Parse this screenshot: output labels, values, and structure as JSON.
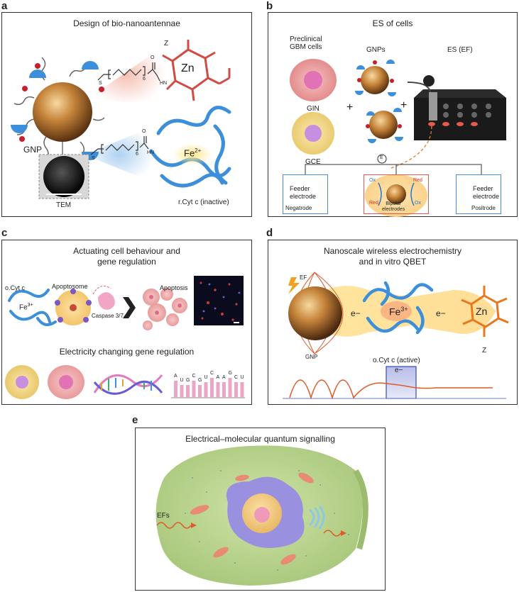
{
  "panel_a": {
    "label": "a",
    "title": "Design of bio-nanoantennae",
    "gnp": "GNP",
    "tem": "TEM",
    "z": "Z",
    "zn": "Zn",
    "fe": "Fe",
    "fe_charge": "2+",
    "protein": "r.Cyt c (inactive)",
    "linker_sub": "6",
    "linker_hn": "HN",
    "linker_s": "S",
    "linker_o": "O"
  },
  "panel_b": {
    "label": "b",
    "title": "ES of cells",
    "preclinical": "Preclinical\nGBM cells",
    "gnps": "GNPs",
    "es": "ES (EF)",
    "gin": "GIN",
    "gce": "GCE",
    "plus1": "+",
    "plus2": "+",
    "e_symbol": "E",
    "feeder_left": "Feeder\nelectrode",
    "negatrode": "Negatrode",
    "feeder_right": "Feeder\nelectrode",
    "positrode": "Positrode",
    "ox1": "Ox",
    "red1": "Red",
    "red2": "Red",
    "ox2": "Ox",
    "bipolar": "Bipolar\nelectrodes"
  },
  "panel_c": {
    "label": "c",
    "title": "Actuating cell behaviour and\ngene regulation",
    "ocytc": "o.Cyt c",
    "fe3": "Fe",
    "fe3_charge": "3+",
    "apoptosome": "Apoptosome",
    "caspase": "Caspase 3/7",
    "apoptosis": "Apoptosis",
    "subtitle": "Electricity changing gene regulation",
    "seq": [
      "A",
      "U",
      "G",
      "C",
      "G",
      "U",
      "C",
      "A",
      "A",
      "G",
      "C",
      "U"
    ]
  },
  "panel_d": {
    "label": "d",
    "title": "Nanoscale wireless electrochemistry\nand in vitro QBET",
    "ef": "EF",
    "gnp": "GNP",
    "e1": "e−",
    "e2": "e−",
    "e3": "e−",
    "fe": "Fe",
    "fe_charge": "3+",
    "zn": "Zn",
    "z": "Z",
    "protein": "o.Cyt c (active)"
  },
  "panel_e": {
    "label": "e",
    "title": "Electrical–molecular quantum signalling",
    "efs": "EFs"
  },
  "colors": {
    "gold": "#b8742a",
    "blue": "#3d8fd9",
    "red": "#e05a4a",
    "orange": "#e8781e",
    "pink": "#e89aa6"
  }
}
